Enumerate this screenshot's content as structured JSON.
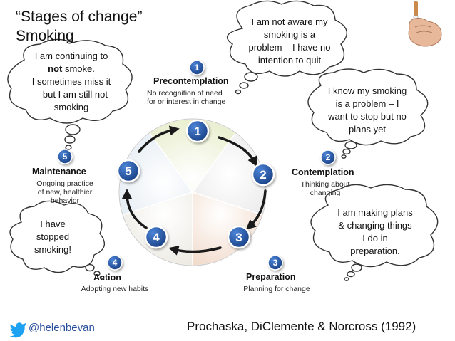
{
  "title": {
    "line1": "“Stages of change”",
    "line2": "Smoking"
  },
  "clouds": {
    "not_aware": [
      "I am not aware my",
      "smoking is a",
      "problem – I have no",
      "intention to quit"
    ],
    "know_smoking": [
      "I know my smoking",
      "is a problem – I",
      "want to stop but no",
      "plans yet"
    ],
    "making_plans": [
      "I am making plans",
      "& changing things",
      "I do in",
      "preparation."
    ],
    "stopped": [
      "I have",
      "stopped",
      "smoking!"
    ],
    "continuing": {
      "line1": "I am continuing to",
      "line2_bold": "not",
      "line2_rest": " smoke.",
      "line3": "I sometimes miss it",
      "line4": "– but I am still not",
      "line5": "smoking"
    }
  },
  "stages": [
    {
      "num": "1",
      "name": "Precontemplation",
      "desc": [
        "No recognition of need",
        "for or interest in change"
      ]
    },
    {
      "num": "2",
      "name": "Contemplation",
      "desc": [
        "Thinking about",
        "changing"
      ]
    },
    {
      "num": "3",
      "name": "Preparation",
      "desc": [
        "Planning for change"
      ]
    },
    {
      "num": "4",
      "name": "Action",
      "desc": [
        "Adopting new habits"
      ]
    },
    {
      "num": "5",
      "name": "Maintenance",
      "desc": [
        "Ongoing practice",
        "of new, healthier",
        "behavior"
      ]
    }
  ],
  "footer": {
    "handle": "@helenbevan",
    "citation": "Prochaska, DiClemente & Norcross (1992)"
  },
  "colors": {
    "badge": "#1f4e9c",
    "badge_light": "#3a6fc4",
    "twitter": "#1da1f2"
  },
  "icons": {
    "twitter": "twitter-bird-icon",
    "cigarette": "hand-cigarette-icon"
  }
}
